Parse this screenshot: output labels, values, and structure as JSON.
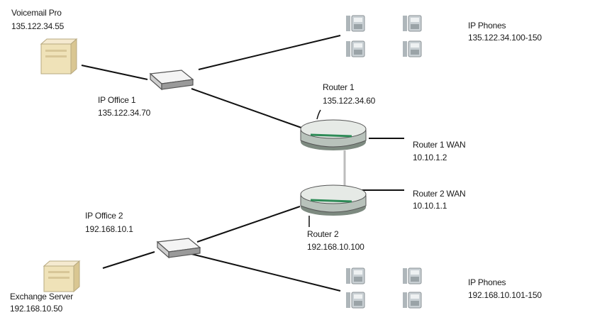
{
  "voicemail_pro": {
    "name": "Voicemail Pro",
    "ip": "135.122.34.55"
  },
  "ip_office_1": {
    "name": "IP Office 1",
    "ip": "135.122.34.70"
  },
  "router_1": {
    "name": "Router 1",
    "ip": "135.122.34.60"
  },
  "router_1_wan": {
    "name": "Router 1 WAN",
    "ip": "10.10.1.2"
  },
  "router_2_wan": {
    "name": "Router 2 WAN",
    "ip": "10.10.1.1"
  },
  "router_2": {
    "name": "Router 2",
    "ip": "192.168.10.100"
  },
  "ip_office_2": {
    "name": "IP Office 2",
    "ip": "192.168.10.1"
  },
  "exchange_server": {
    "name": "Exchange Server",
    "ip": "192.168.10.50"
  },
  "ip_phones_1": {
    "name": "IP Phones",
    "ip_range": "135.122.34.100-150"
  },
  "ip_phones_2": {
    "name": "IP Phones",
    "ip_range": "192.168.10.101-150"
  },
  "colors": {
    "link": "#111111",
    "wan_link": "#bdbdbd",
    "router_body": "#e6eae6",
    "router_accent": "#2e8b57",
    "server_body": "#efe2b8",
    "phone_body": "#c9d0d4"
  }
}
